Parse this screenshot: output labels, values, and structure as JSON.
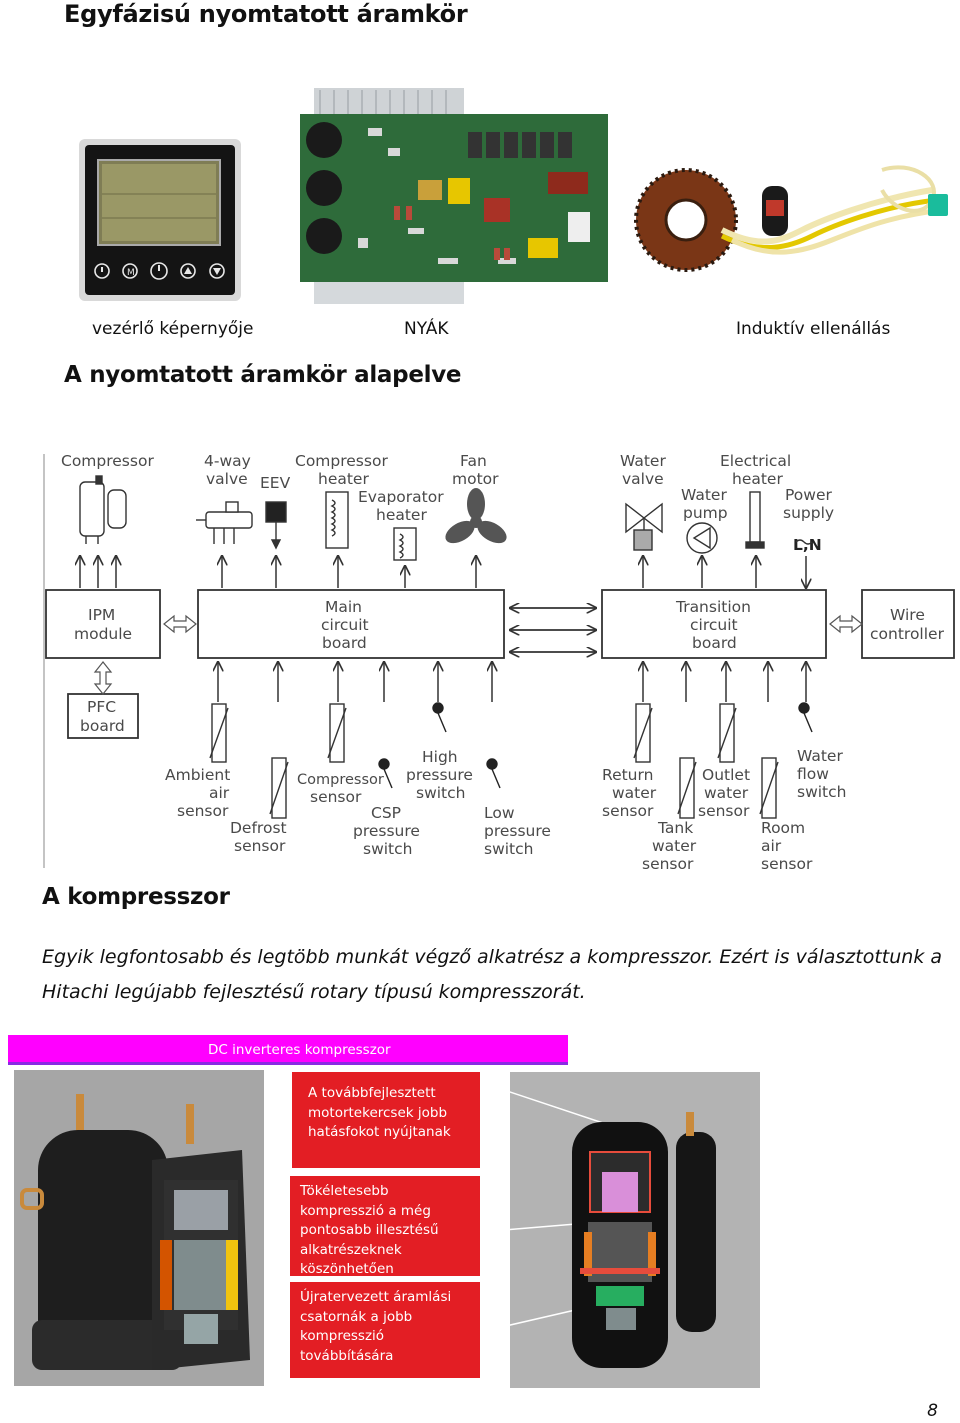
{
  "page_title": "Egyfázisú nyomtatott áramkör",
  "captions": {
    "controller": "vezérlő képernyője",
    "pcb": "NYÁK",
    "inductor": "Induktív ellenállás"
  },
  "section_principle": "A nyomtatott áramkör alapelve",
  "diagram": {
    "top_labels": {
      "compressor": "Compressor",
      "four_way_1": "4-way",
      "four_way_2": "valve",
      "eev": "EEV",
      "comp_heater_1": "Compressor",
      "comp_heater_2": "heater",
      "evap_heater_1": "Evaporator",
      "evap_heater_2": "heater",
      "fan_1": "Fan",
      "fan_2": "motor",
      "water_valve_1": "Water",
      "water_valve_2": "valve",
      "water_pump_1": "Water",
      "water_pump_2": "pump",
      "elec_heater_1": "Electrical",
      "elec_heater_2": "heater",
      "power_1": "Power",
      "power_2": "supply",
      "power_3": "L,N"
    },
    "boxes": {
      "ipm_1": "IPM",
      "ipm_2": "module",
      "main_1": "Main",
      "main_2": "circuit",
      "main_3": "board",
      "trans_1": "Transition",
      "trans_2": "circuit",
      "trans_3": "board",
      "wire_1": "Wire",
      "wire_2": "controller",
      "pfc_1": "PFC",
      "pfc_2": "board"
    },
    "bottom_labels": {
      "ambient_1": "Ambient",
      "ambient_2": "air",
      "ambient_3": "sensor",
      "defrost_1": "Defrost",
      "defrost_2": "sensor",
      "comp_sensor_1": "Compressor",
      "comp_sensor_2": "sensor",
      "csp_1": "CSP",
      "csp_2": "pressure",
      "csp_3": "switch",
      "high_1": "High",
      "high_2": "pressure",
      "high_3": "switch",
      "low_1": "Low",
      "low_2": "pressure",
      "low_3": "switch",
      "return_1": "Return",
      "return_2": "water",
      "return_3": "sensor",
      "tank_1": "Tank",
      "tank_2": "water",
      "tank_3": "sensor",
      "outlet_1": "Outlet",
      "outlet_2": "water",
      "outlet_3": "sensor",
      "flow_1": "Water",
      "flow_2": "flow",
      "flow_3": "switch",
      "room_1": "Room",
      "room_2": "air",
      "room_3": "sensor"
    }
  },
  "section_compressor": "A kompresszor",
  "paragraph": "Egyik legfontosabb és legtöbb munkát végző alkatrész a kompresszor. Ezért is választottunk a Hitachi legújabb fejlesztésű rotary típusú kompresszorát.",
  "banner": "DC inverteres kompresszor",
  "red_boxes": [
    "A továbbfejlesztett motortekercsek jobb hatásfokot nyújtanak",
    "Tökéletesebb kompresszió a még pontosabb illesztésű alkatrészeknek köszönhetően",
    "Újratervezett áramlási csatornák a jobb kompresszió továbbítására"
  ],
  "page_number": "8",
  "colors": {
    "banner": "#ff00ff",
    "red_box": "#e31e24",
    "pcb_green": "#2e6b3a",
    "diagram_line": "#333333"
  }
}
